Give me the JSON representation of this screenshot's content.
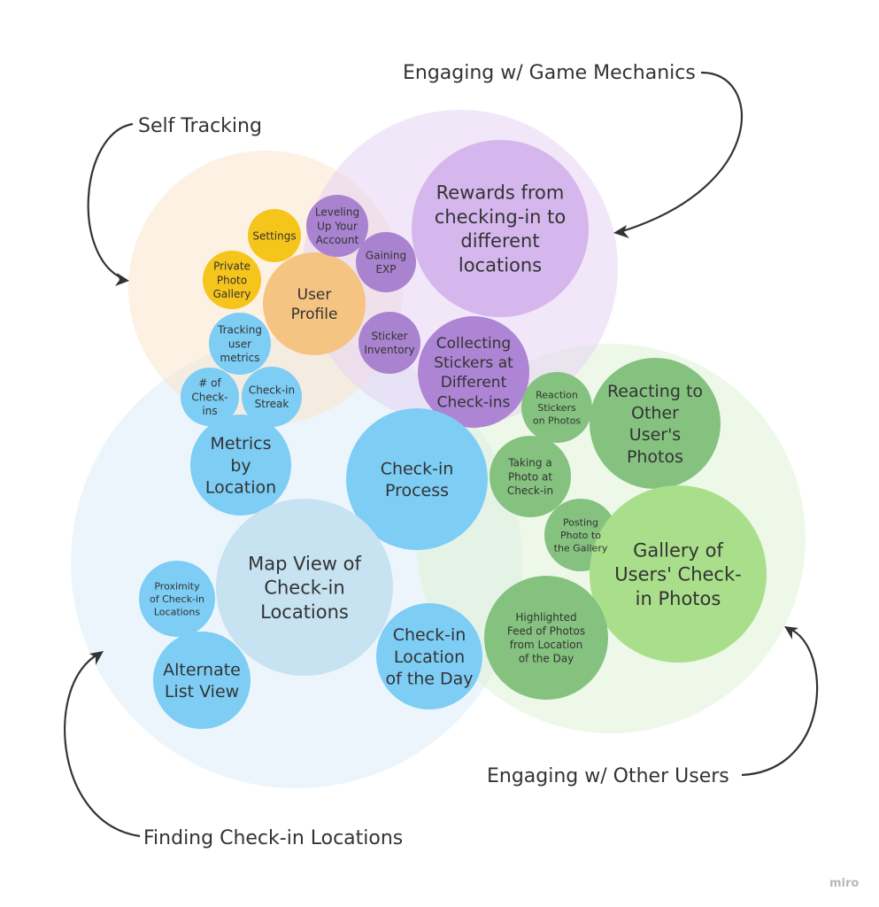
{
  "groups": [
    {
      "label": "Self Tracking",
      "color": "#fbe3c8"
    },
    {
      "label": "Engaging w/ Game Mechanics",
      "color": "#e3d0f3"
    },
    {
      "label": "Engaging w/ Other Users",
      "color": "#def2d4"
    },
    {
      "label": "Finding Check-in Locations",
      "color": "#d9ecf8"
    }
  ],
  "bubbles": [
    {
      "lines": [
        "Settings"
      ],
      "color": "#f6c51c"
    },
    {
      "lines": [
        "Private",
        "Photo",
        "Gallery"
      ],
      "color": "#f6c51c"
    },
    {
      "lines": [
        "User",
        "Profile"
      ],
      "color": "#f5c382"
    },
    {
      "lines": [
        "Leveling",
        "Up Your",
        "Account"
      ],
      "color": "#a983d0"
    },
    {
      "lines": [
        "Gaining",
        "EXP"
      ],
      "color": "#a983d0"
    },
    {
      "lines": [
        "Sticker",
        "Inventory"
      ],
      "color": "#a983d0"
    },
    {
      "lines": [
        "Rewards from",
        "checking-in to",
        "different",
        "locations"
      ],
      "color": "#d5b7ee"
    },
    {
      "lines": [
        "Collecting",
        "Stickers at",
        "Different",
        "Check-ins"
      ],
      "color": "#ad85d4"
    },
    {
      "lines": [
        "Tracking",
        "user",
        "metrics"
      ],
      "color": "#7dcdf5"
    },
    {
      "lines": [
        "# of",
        "Check-",
        "ins"
      ],
      "color": "#7dcdf5"
    },
    {
      "lines": [
        "Check-in",
        "Streak"
      ],
      "color": "#7dcdf5"
    },
    {
      "lines": [
        "Metrics",
        "by",
        "Location"
      ],
      "color": "#7dcdf5"
    },
    {
      "lines": [
        "Check-in",
        "Process"
      ],
      "color": "#7dcdf5"
    },
    {
      "lines": [
        "Map View of",
        "Check-in",
        "Locations"
      ],
      "color": "#c7e3f2"
    },
    {
      "lines": [
        "Proximity",
        "of Check-in",
        "Locations"
      ],
      "color": "#7dcdf5"
    },
    {
      "lines": [
        "Alternate",
        "List View"
      ],
      "color": "#7dcdf5"
    },
    {
      "lines": [
        "Check-in",
        "Location",
        "of the Day"
      ],
      "color": "#7dcdf5"
    },
    {
      "lines": [
        "Reaction",
        "Stickers",
        "on Photos"
      ],
      "color": "#85c27f"
    },
    {
      "lines": [
        "Reacting to",
        "Other",
        "User's",
        "Photos"
      ],
      "color": "#85c27f"
    },
    {
      "lines": [
        "Taking a",
        "Photo at",
        "Check-in"
      ],
      "color": "#85c27f"
    },
    {
      "lines": [
        "Posting",
        "Photo to",
        "the Gallery"
      ],
      "color": "#85c27f"
    },
    {
      "lines": [
        "Gallery of",
        "Users' Check-",
        "in Photos"
      ],
      "color": "#a9df8b"
    },
    {
      "lines": [
        "Highlighted",
        "Feed of Photos",
        "from Location",
        "of the Day"
      ],
      "color": "#85c27f"
    }
  ],
  "watermark": "miro"
}
